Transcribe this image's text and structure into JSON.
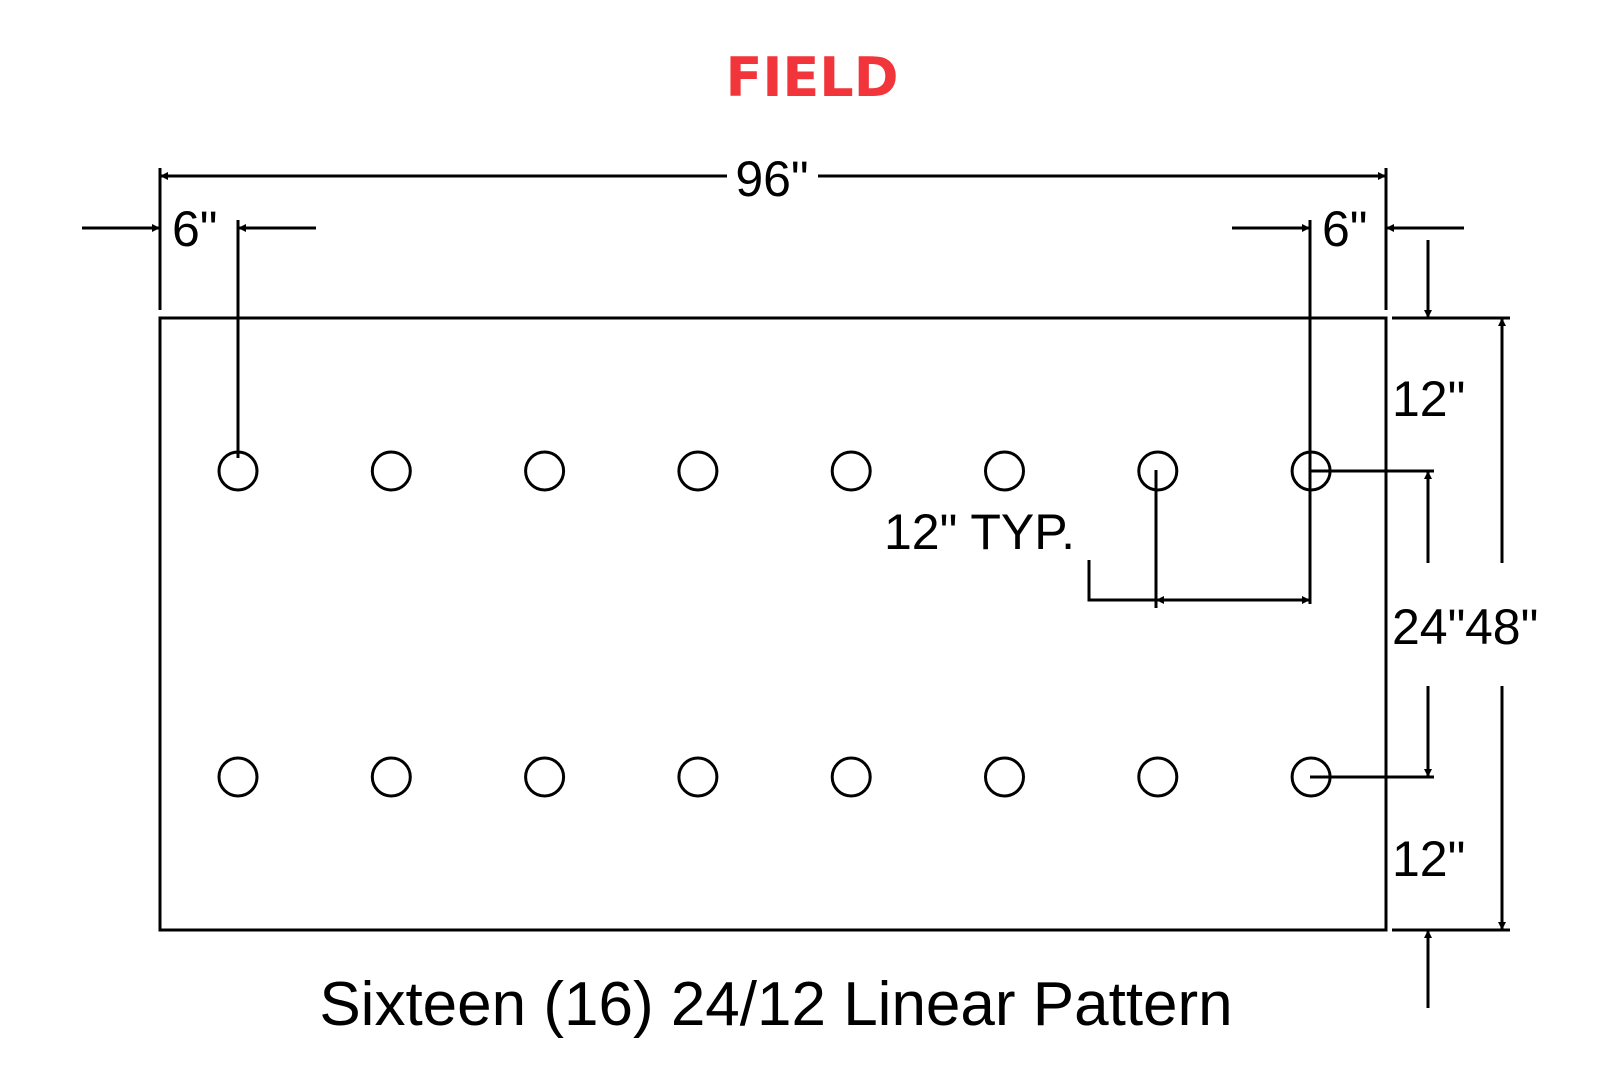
{
  "title": {
    "text": "FIELD",
    "color": "#f2353b"
  },
  "dimensions": {
    "overall_width": "96\"",
    "left_offset": "6\"",
    "right_offset": "6\"",
    "spacing_typical": "12\" TYP.",
    "top_margin": "12\"",
    "row_spacing": "24\"",
    "overall_height": "48\"",
    "bottom_margin": "12\""
  },
  "pattern": {
    "rows": 2,
    "holes_per_row": 8
  },
  "caption": "Sixteen (16) 24/12 Linear Pattern"
}
